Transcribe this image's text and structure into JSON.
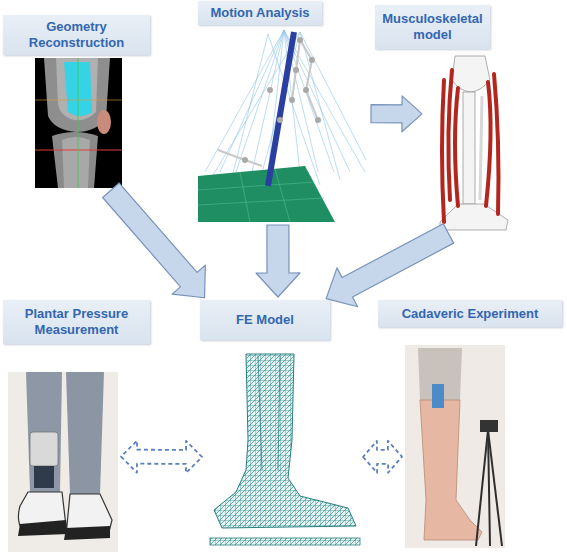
{
  "diagram": {
    "nodes": [
      {
        "text": [
          "Geometry Reconstruction"
        ]
      },
      {
        "text": [
          "Motion Analysis"
        ]
      },
      {
        "text": [
          "Musculoskeletal model"
        ]
      },
      {
        "text": [
          "Plantar Pressure Measurement"
        ]
      },
      {
        "text": [
          "FE Model"
        ]
      },
      {
        "text": [
          "Cadaveric Experiment"
        ]
      }
    ],
    "edges": [
      {
        "from": 0,
        "to": 4,
        "arrow": "to"
      },
      {
        "from": 1,
        "to": 2,
        "arrow": "to"
      },
      {
        "from": 1,
        "to": 4,
        "arrow": "to"
      },
      {
        "from": 2,
        "to": 4,
        "arrow": "to"
      },
      {
        "from": 3,
        "to": 4,
        "arrow": "both"
      },
      {
        "from": 4,
        "to": 5,
        "arrow": "both"
      }
    ]
  }
}
